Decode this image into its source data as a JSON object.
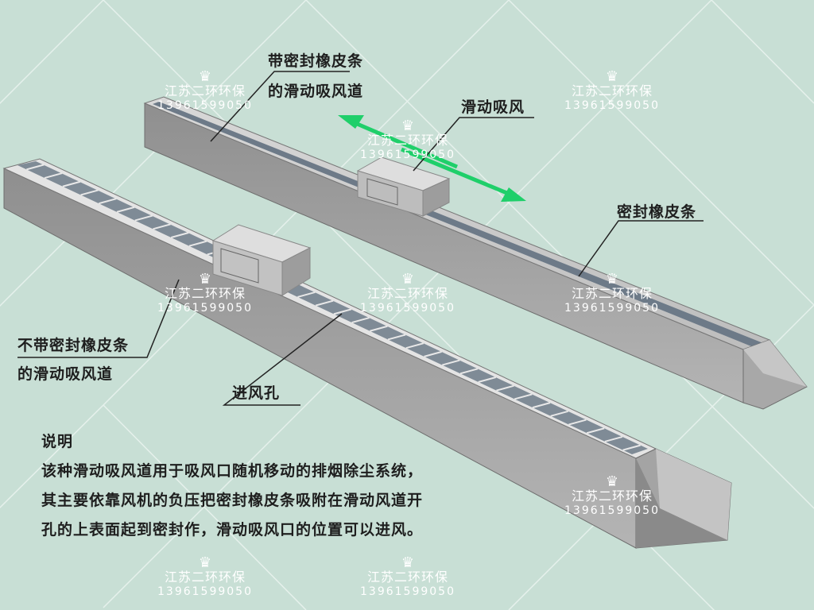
{
  "labels": {
    "sealed_duct_line1": "带密封橡皮条",
    "sealed_duct_line2": "的滑动吸风道",
    "sliding_inlet": "滑动吸风",
    "rubber_strip": "密封橡皮条",
    "unsealed_duct_line1": "不带密封橡皮条",
    "unsealed_duct_line2": "的滑动吸风道",
    "air_inlet_holes": "进风孔"
  },
  "description": {
    "title": "说明",
    "lines": [
      "该种滑动吸风道用于吸风口随机移动的排烟除尘系统，",
      "其主要依靠风机的负压把密封橡皮条吸附在滑动风道开",
      "孔的上表面起到密封作，滑动吸风口的位置可以进风。"
    ]
  },
  "watermark": {
    "company": "江苏二环环保",
    "phone": "13961599050",
    "icon": "crown-icon"
  },
  "colors": {
    "background": "#c8dfd5",
    "arrow": "#1fcf6a",
    "duct": "#9a9a9a"
  }
}
